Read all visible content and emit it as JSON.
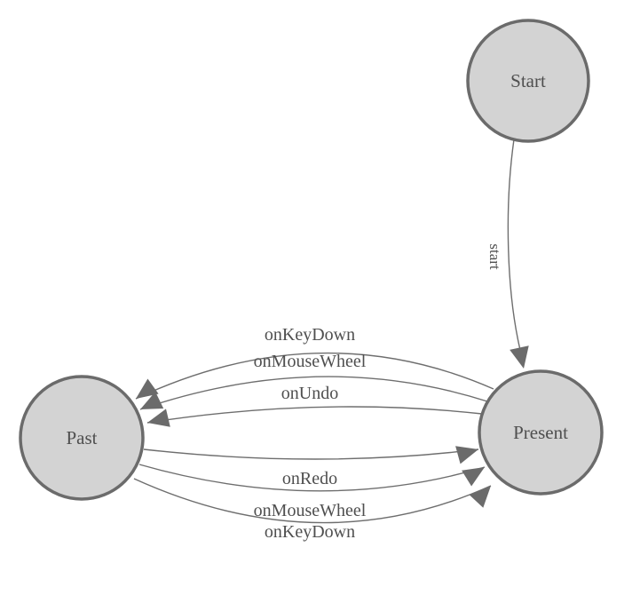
{
  "diagram": {
    "type": "state-machine",
    "background": "#ffffff",
    "colors": {
      "node_fill": "#d3d3d3",
      "node_stroke": "#6b6b6b",
      "edge_stroke": "#6e6e6e",
      "arrow_fill": "#6b6b6b",
      "label_text": "#4f4f4f"
    },
    "nodes": [
      {
        "id": "start",
        "label": "Start"
      },
      {
        "id": "past",
        "label": "Past"
      },
      {
        "id": "present",
        "label": "Present"
      }
    ],
    "edges": [
      {
        "from": "start",
        "to": "present",
        "label": "start"
      },
      {
        "from": "present",
        "to": "past",
        "label": "onKeyDown"
      },
      {
        "from": "present",
        "to": "past",
        "label": "onMouseWheel"
      },
      {
        "from": "present",
        "to": "past",
        "label": "onUndo"
      },
      {
        "from": "past",
        "to": "present",
        "label": "onRedo"
      },
      {
        "from": "past",
        "to": "present",
        "label": "onMouseWheel"
      },
      {
        "from": "past",
        "to": "present",
        "label": "onKeyDown"
      }
    ]
  }
}
